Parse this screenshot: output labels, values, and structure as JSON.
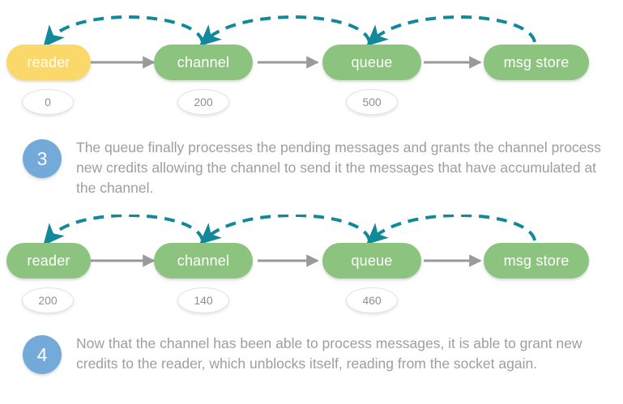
{
  "colors": {
    "node_green": "#8cc47f",
    "node_yellow": "#fad96a",
    "arc_teal": "#12899a",
    "arrow_gray": "#9a9a9a",
    "step_blue": "#74aada",
    "text_gray": "#9e9e9e",
    "background": "#ffffff"
  },
  "rows": [
    {
      "id": "row-1",
      "nodes": [
        {
          "label": "reader",
          "color": "yellow",
          "value": "0"
        },
        {
          "label": "channel",
          "color": "green",
          "value": "200"
        },
        {
          "label": "queue",
          "color": "green",
          "value": "500"
        },
        {
          "label": "msg store",
          "color": "green",
          "value": null
        }
      ]
    },
    {
      "id": "row-2",
      "nodes": [
        {
          "label": "reader",
          "color": "green",
          "value": "200"
        },
        {
          "label": "channel",
          "color": "green",
          "value": "140"
        },
        {
          "label": "queue",
          "color": "green",
          "value": "460"
        },
        {
          "label": "msg store",
          "color": "green",
          "value": null
        }
      ]
    }
  ],
  "steps": [
    {
      "number": "3",
      "text": "The queue finally processes the pending messages and grants the channel process new credits allowing the channel to send it the messages that have accumulated at the channel."
    },
    {
      "number": "4",
      "text": "Now that the channel has been able to process messages, it is able to grant new credits to the reader, which unblocks itself, reading from the socket again."
    }
  ]
}
